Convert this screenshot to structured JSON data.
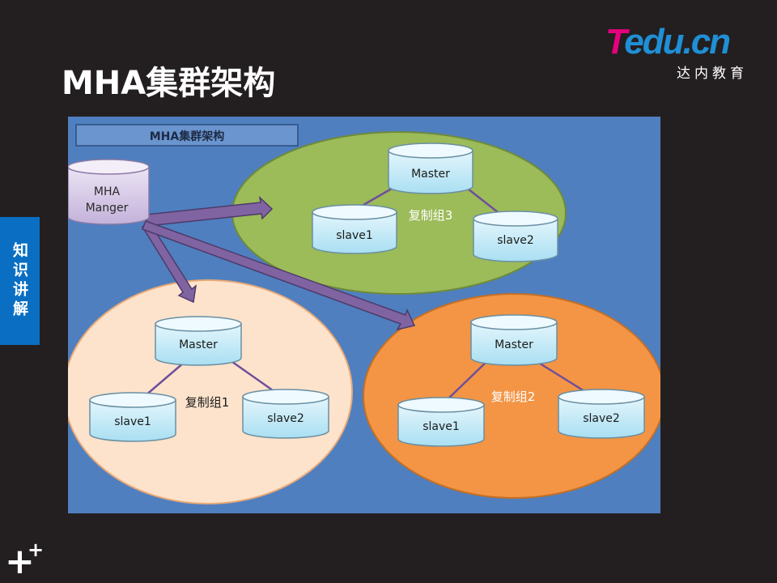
{
  "slide": {
    "title": "MHA集群架构",
    "side_tab": "知识讲解"
  },
  "logo": {
    "main_first": "T",
    "main_rest": "edu.cn",
    "sub": "达内教育"
  },
  "diagram": {
    "inner_title": "MHA集群架构",
    "manager": {
      "line1": "MHA",
      "line2": "Manger"
    },
    "groups": [
      {
        "label": "复制组1",
        "master": "Master",
        "slave1": "slave1",
        "slave2": "slave2"
      },
      {
        "label": "复制组2",
        "master": "Master",
        "slave1": "slave1",
        "slave2": "slave2"
      },
      {
        "label": "复制组3",
        "master": "Master",
        "slave1": "slave1",
        "slave2": "slave2"
      }
    ]
  },
  "colors": {
    "background": "#231f20",
    "panel": "#4f7fbf",
    "group1": "#fde3cc",
    "group2": "#f39545",
    "group3": "#9cbb59",
    "arrow": "#8064a2",
    "cylinder": "#c8ecf7",
    "side_tab": "#0a6fc2"
  }
}
